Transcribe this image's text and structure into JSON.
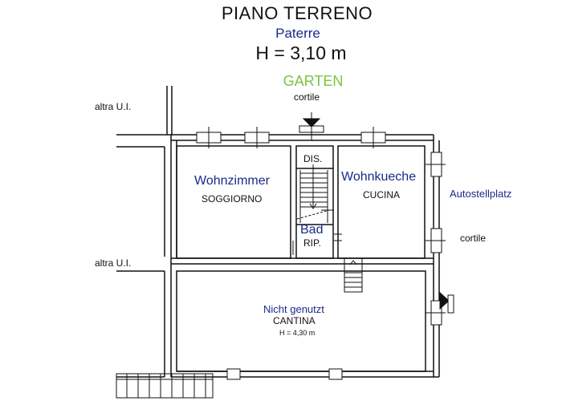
{
  "title": "PIANO TERRENO",
  "subtitle": "Paterre",
  "height_label": "H = 3,10 m",
  "garden_label": "GARTEN",
  "labels": {
    "cortile_top": "cortile",
    "altra_ui_top": "altra U.I.",
    "altra_ui_bottom": "altra U.I.",
    "dis": "DIS.",
    "wohnzimmer": "Wohnzimmer",
    "soggiorno": "SOGGIORNO",
    "wohnkueche": "Wohnkueche",
    "cucina": "CUCINA",
    "bad": "Bad",
    "rip": "RIP.",
    "autostellplatz": "Autostellplatz",
    "cortile_right": "cortile",
    "nicht_genutzt": "Nicht genutzt",
    "cantina": "CANTINA",
    "cantina_height": "H = 4,30 m"
  },
  "colors": {
    "wall": "#111111",
    "title": "#111111",
    "blue": "#1a2a8a",
    "green": "#7cc241"
  }
}
